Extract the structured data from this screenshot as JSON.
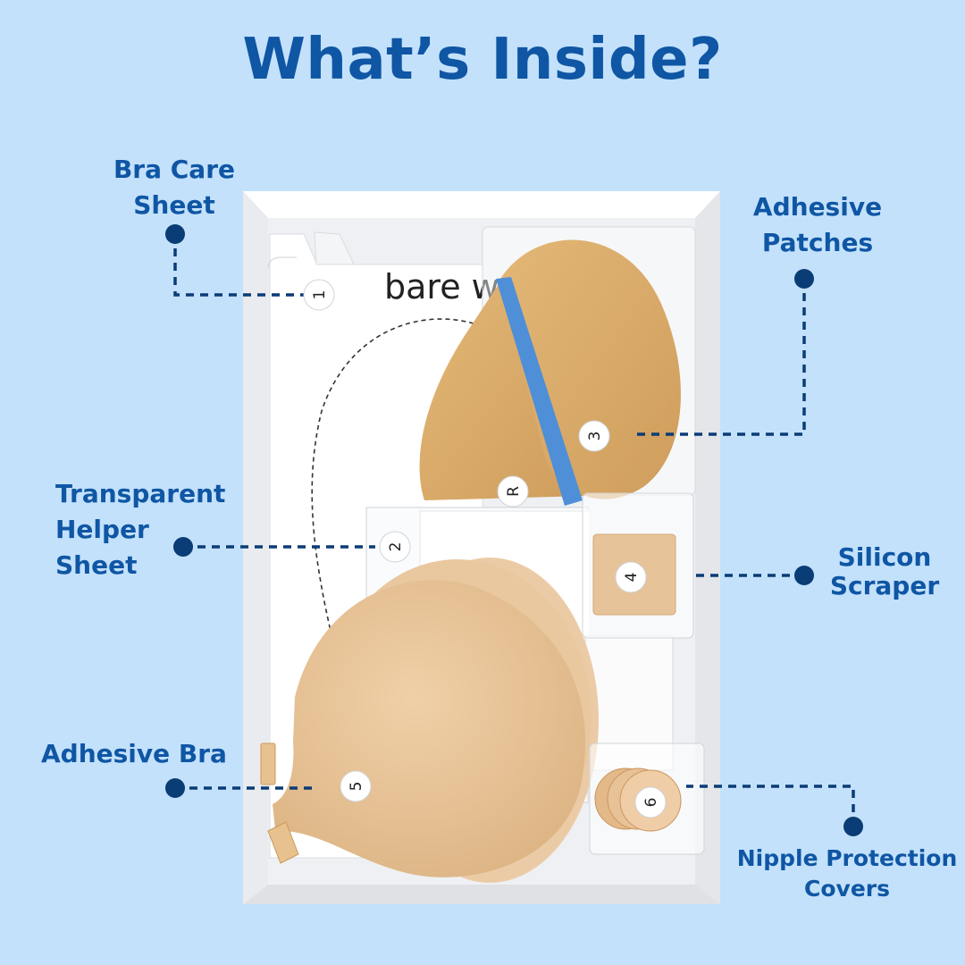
{
  "title": "What’s Inside?",
  "brand_text": "bare we",
  "colors": {
    "background": "#c3e1fb",
    "accent": "#0f56a4",
    "skin": "#e8c49a",
    "scraper_stripe": "#4e8fd8"
  },
  "items": [
    {
      "number": "1",
      "label_lines": [
        "Bra Care",
        "Sheet"
      ]
    },
    {
      "number": "2",
      "label_lines": [
        "Transparent",
        "Helper",
        "Sheet"
      ]
    },
    {
      "number": "3",
      "label_lines": [
        "Adhesive",
        "Patches"
      ]
    },
    {
      "number": "4",
      "label_lines": [
        "Silicon",
        "Scraper"
      ]
    },
    {
      "number": "5",
      "label_lines": [
        "Adhesive Bra"
      ]
    },
    {
      "number": "6",
      "label_lines": [
        "Nipple Protection",
        "Covers"
      ]
    }
  ],
  "side_marker": "R"
}
